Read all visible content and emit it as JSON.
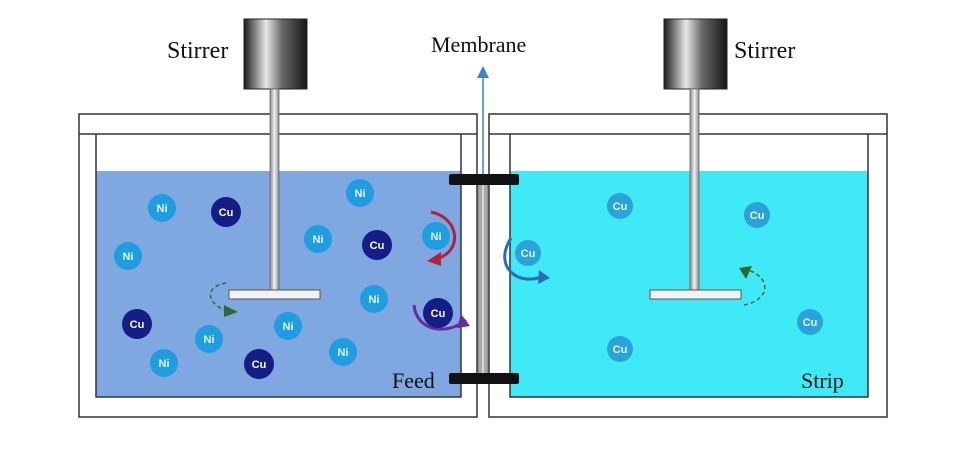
{
  "labels": {
    "stirrer_left": "Stirrer",
    "stirrer_right": "Stirrer",
    "membrane": "Membrane",
    "feed": "Feed",
    "strip": "Strip"
  },
  "ions": {
    "ni": "Ni",
    "cu": "Cu"
  },
  "colors": {
    "feed_solution": "#7fa7e0",
    "strip_solution": "#3fe9f6",
    "ni_ion": "#1e9de0",
    "cu_ion_feed": "#141e86",
    "cu_ion_strip": "#2aa2da",
    "membrane": "#a9a9a9",
    "membrane_flow_arrow": "#3b86c4",
    "arrow_green": "#2f6a2a",
    "arrow_red": "#b0233a",
    "arrow_purple": "#6b2aa0",
    "arrow_blue": "#2b6fb3",
    "tank_wall": "#333333",
    "clamp": "#111111"
  }
}
